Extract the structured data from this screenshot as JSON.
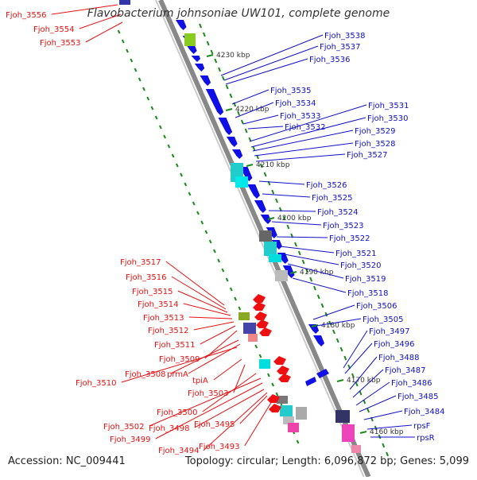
{
  "title": "Flavobacterium johnsoniae UW101, complete genome",
  "footer": {
    "accession": "Accession: NC_009441",
    "topology": "Topology: circular; Length: 6,096,872 bp; Genes: 5,099"
  },
  "colors": {
    "forward_label": "#1010c8",
    "reverse_label": "#e81010",
    "backbone": "#888888",
    "tick": "#1a8a1a",
    "cds": "#1010e6",
    "cds_reverse": "#ee1010"
  },
  "kbp_ticks": [
    "4230 kbp",
    "4220 kbp",
    "4210 kbp",
    "4200 kbp",
    "4190 kbp",
    "4180 kbp",
    "4170 kbp",
    "4160 kbp"
  ],
  "forward_labels": [
    "Fjoh_3538",
    "Fjoh_3537",
    "Fjoh_3536",
    "Fjoh_3535",
    "Fjoh_3534",
    "Fjoh_3533",
    "Fjoh_3532",
    "Fjoh_3531",
    "Fjoh_3530",
    "Fjoh_3529",
    "Fjoh_3528",
    "Fjoh_3527",
    "Fjoh_3526",
    "Fjoh_3525",
    "Fjoh_3524",
    "Fjoh_3523",
    "Fjoh_3522",
    "Fjoh_3521",
    "Fjoh_3520",
    "Fjoh_3519",
    "Fjoh_3518",
    "Fjoh_3506",
    "Fjoh_3505",
    "Fjoh_3497",
    "Fjoh_3496",
    "Fjoh_3488",
    "Fjoh_3487",
    "Fjoh_3486",
    "Fjoh_3485",
    "Fjoh_3484",
    "rpsF",
    "rpsR"
  ],
  "reverse_labels": [
    "Fjoh_3556",
    "Fjoh_3554",
    "Fjoh_3553",
    "Fjoh_3517",
    "Fjoh_3516",
    "Fjoh_3515",
    "Fjoh_3514",
    "Fjoh_3513",
    "Fjoh_3512",
    "Fjoh_3511",
    "Fjoh_3509",
    "Fjoh_3508",
    "prmA",
    "Fjoh_3510",
    "tpiA",
    "Fjoh_3503",
    "Fjoh_3500",
    "Fjoh_3502",
    "Fjoh_3498",
    "Fjoh_3495",
    "Fjoh_3499",
    "Fjoh_3493",
    "Fjoh_3494"
  ]
}
